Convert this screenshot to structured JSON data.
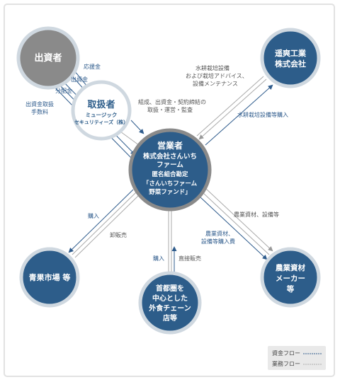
{
  "nodes": {
    "investor": "出資者",
    "handler": {
      "title": "取扱者",
      "sub1": "ミュージック",
      "sub2": "セキュリティーズ（株）"
    },
    "operator": {
      "l1": "営業者",
      "l2": "株式会社さんいち",
      "l3": "ファーム",
      "l4": "匿名組合勘定",
      "l5": "「さんいちファーム",
      "l6": "野菜ファンド」"
    },
    "supplier": {
      "l1": "遥爽工業",
      "l2": "株式会社"
    },
    "market": "青果市場 等",
    "restaurant": {
      "l1": "首都圏を",
      "l2": "中心とした",
      "l3": "外食チェーン",
      "l4": "店等"
    },
    "materials": {
      "l1": "農業資材",
      "l2": "メーカー",
      "l3": "等"
    }
  },
  "labels": {
    "support": "応援金",
    "investment": "出資金",
    "distribution": "分配金",
    "fee1": "出資金取扱",
    "fee2": "手数料",
    "formation1": "組成、出資金・契約締結の",
    "formation2": "取扱・運営・監査",
    "hydro1": "水耕栽培設備",
    "hydro2": "および栽培アドバイス、",
    "hydro3": "設備メンテナンス",
    "hydro_buy": "水耕栽培設備等購入",
    "purchase_left": "購入",
    "wholesale": "卸販売",
    "purchase_bottom": "購入",
    "direct_sales": "直接販売",
    "ag_supplies": "農業資材、設備等",
    "ag_buy1": "農業資材、",
    "ag_buy2": "設備等購入費"
  },
  "legend": {
    "money": "資金フロー",
    "business": "業務フロー"
  },
  "colors": {
    "node_dark": "#2d5d8a",
    "node_gray": "#8a8a8a",
    "ring": "#cfd8e0",
    "money_line": "#2e5b8c",
    "business_line": "#aaaaaa"
  }
}
